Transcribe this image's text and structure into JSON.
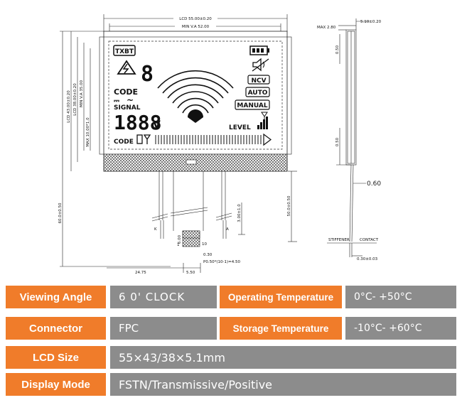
{
  "drawing": {
    "dims": {
      "lcd_width": "LCD 55.00±0.20",
      "min_va_width": "MIN V.A 52.00",
      "lcd_height_outer": "LCD 43.00±0.20",
      "lcd_height_inner": "LCD 38.00±0.20",
      "min_va_height": "MIN V.A 35.00",
      "max_fpc": "MAX 10.00*1.0",
      "total_height": "60.0±0.50",
      "fpc_length": "50.0±0.50",
      "fpc_gap": "3.00±1.0",
      "fpc_width": "6.00",
      "fpc_offset": "24.75",
      "fpc_pos": "5.50",
      "pitch": "P0.50*(10-1)=4.50",
      "pad_w": "0.30",
      "pin_first": "1",
      "pin_last": "10",
      "pin_k": "K",
      "pin_a": "A",
      "side_thickness": "5.10±0.20",
      "side_max": "MAX 2.80",
      "side_050_top": "0.50",
      "side_050_bottom": "0.50",
      "side_060": "0.60",
      "side_bottom": "0.30±0.03",
      "stiffener": "STIFFENER",
      "contact": "CONTACT"
    },
    "lcd": {
      "txbt": "TXBT",
      "code_top": "CODE",
      "signal": "SIGNAL",
      "voltage_unit": "V",
      "code_bottom": "CODE",
      "ncv": "NCV",
      "auto": "AUTO",
      "manual": "MANUAL",
      "level": "LEVEL",
      "digits": "1888",
      "digit_single": "8"
    }
  },
  "specs": [
    {
      "label": "Viewing Angle",
      "value": "6 0' CLOCK",
      "label2": "Operating Temperature",
      "value2": "0°C- +50°C"
    },
    {
      "label": "Connector",
      "value": "FPC",
      "label2": "Storage Temperature",
      "value2": "-10°C- +60°C"
    },
    {
      "label": "LCD Size",
      "value": "55×43/38×5.1mm"
    },
    {
      "label": "Display Mode",
      "value": "FSTN/Transmissive/Positive"
    }
  ]
}
